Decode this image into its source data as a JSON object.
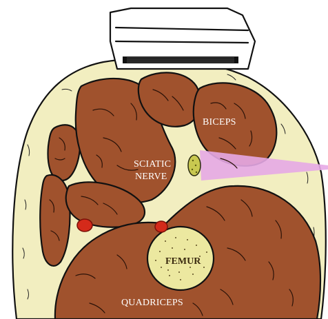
{
  "labels": {
    "biceps": "BICEPS",
    "sciatic_line1": "SCIATIC",
    "sciatic_line2": "NERVE",
    "femur": "FEMUR",
    "quadriceps": "QUADRICEPS"
  },
  "colors": {
    "skin_fat": "#f2eec0",
    "muscle": "#a0522d",
    "bone": "#ece8a0",
    "vessel": "#d42a1a",
    "nerve": "#c8c850",
    "ultrasound_beam": "#e6a8e6",
    "probe": "#ffffff",
    "outline": "#111111"
  },
  "icons": {
    "probe": "ultrasound-probe-icon"
  }
}
